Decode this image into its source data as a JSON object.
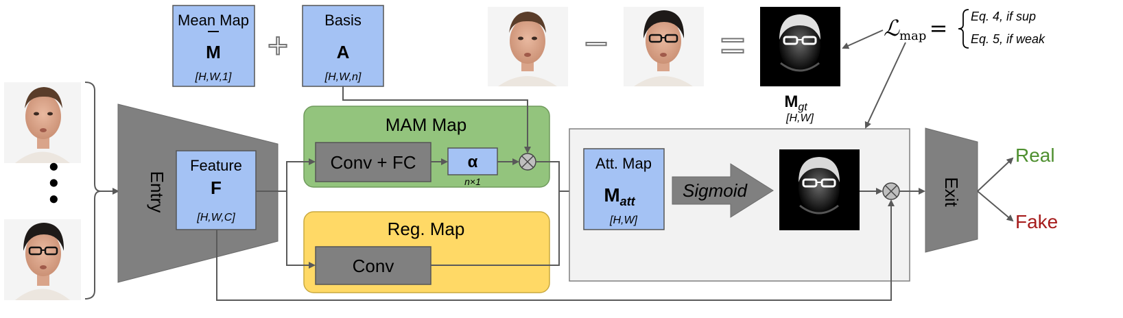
{
  "inputs": {
    "ellipsis": "●●●"
  },
  "entry": {
    "label": "Entry"
  },
  "exit": {
    "label": "Exit"
  },
  "feature": {
    "title": "Feature",
    "symbol": "F",
    "shape": "[H,W,C]"
  },
  "mean_map": {
    "title": "Mean Map",
    "symbol": "M",
    "shape": "[H,W,1]"
  },
  "basis": {
    "title": "Basis",
    "symbol": "A",
    "shape": "[H,W,n]"
  },
  "plus_symbol": "+",
  "minus_symbol": "−",
  "equals_symbol": "=",
  "mam": {
    "title": "MAM Map",
    "conv_fc": "Conv + FC",
    "alpha": "α",
    "alpha_shape": "n×1"
  },
  "reg": {
    "title": "Reg. Map",
    "conv": "Conv"
  },
  "att": {
    "title": "Att. Map",
    "symbol": "M",
    "subscript": "att",
    "shape": "[H,W]"
  },
  "sigmoid": {
    "label": "Sigmoid"
  },
  "gt": {
    "symbol": "M",
    "subscript": "gt",
    "shape": "[H,W]"
  },
  "loss": {
    "symbol": "ℒ",
    "subscript": "map",
    "equals": "=",
    "case_sup": "Eq. 4, if sup",
    "case_weak": "Eq. 5, if weak"
  },
  "outputs": {
    "real": "Real",
    "fake": "Fake"
  },
  "colors": {
    "blue_box": "#a4c2f4",
    "green_box": "#93c47d",
    "yellow_box": "#ffd966",
    "gray_block": "#808080",
    "light_panel": "#f2f2f2",
    "real": "#4e8f2f",
    "fake": "#a61c1c",
    "arrow": "#595959"
  }
}
